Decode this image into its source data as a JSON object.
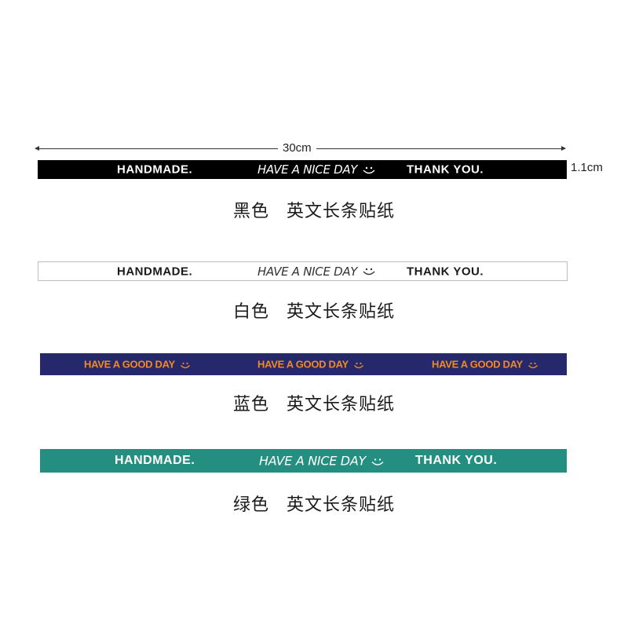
{
  "dimensions": {
    "width_label": "30cm",
    "height_label": "1.1cm"
  },
  "strips": [
    {
      "color_name": "黑色",
      "product_name": "英文长条贴纸",
      "texts": [
        "HANDMADE.",
        "HAVE A NICE DAY",
        "THANK YOU."
      ],
      "background": "#000000",
      "text_color": "#ffffff"
    },
    {
      "color_name": "白色",
      "product_name": "英文长条贴纸",
      "texts": [
        "HANDMADE.",
        "HAVE A NICE DAY",
        "THANK YOU."
      ],
      "background": "#ffffff",
      "text_color": "#1a1a1a"
    },
    {
      "color_name": "蓝色",
      "product_name": "英文长条贴纸",
      "texts": [
        "HAVE A GOOD DAY",
        "HAVE A GOOD DAY",
        "HAVE A GOOD DAY"
      ],
      "background": "#25296c",
      "text_color": "#f08a24"
    },
    {
      "color_name": "绿色",
      "product_name": "英文长条贴纸",
      "texts": [
        "HANDMADE.",
        "HAVE A NICE DAY",
        "THANK YOU."
      ],
      "background": "#248f80",
      "text_color": "#ffffff"
    }
  ]
}
